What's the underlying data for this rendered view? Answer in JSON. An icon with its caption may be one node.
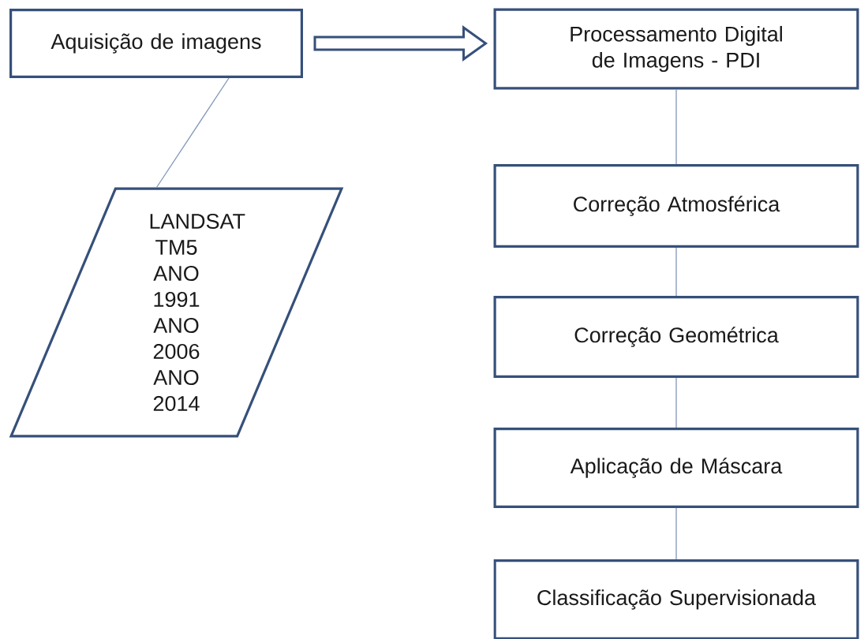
{
  "diagram": {
    "nodes": [
      {
        "text": [
          "Aquisição de imagens"
        ]
      },
      {
        "text": [
          "LANDSAT TM5 ANO 1991 ANO 2006 ANO 2014"
        ]
      },
      {
        "text": [
          "Processamento Digital de Imagens - PDI"
        ]
      },
      {
        "text": [
          "Correção Atmosférica"
        ]
      },
      {
        "text": [
          "Correção Geométrica"
        ]
      },
      {
        "text": [
          "Aplicação de Máscara"
        ]
      },
      {
        "text": [
          "Classificação Supervisionada"
        ]
      }
    ],
    "edges": [
      {
        "from": 0,
        "to": 1,
        "arrow": "none"
      },
      {
        "from": 0,
        "to": 2,
        "arrow": "to"
      },
      {
        "from": 2,
        "to": 3,
        "arrow": "none"
      },
      {
        "from": 3,
        "to": 4,
        "arrow": "none"
      },
      {
        "from": 4,
        "to": 5,
        "arrow": "none"
      },
      {
        "from": 5,
        "to": 6,
        "arrow": "none"
      }
    ]
  }
}
